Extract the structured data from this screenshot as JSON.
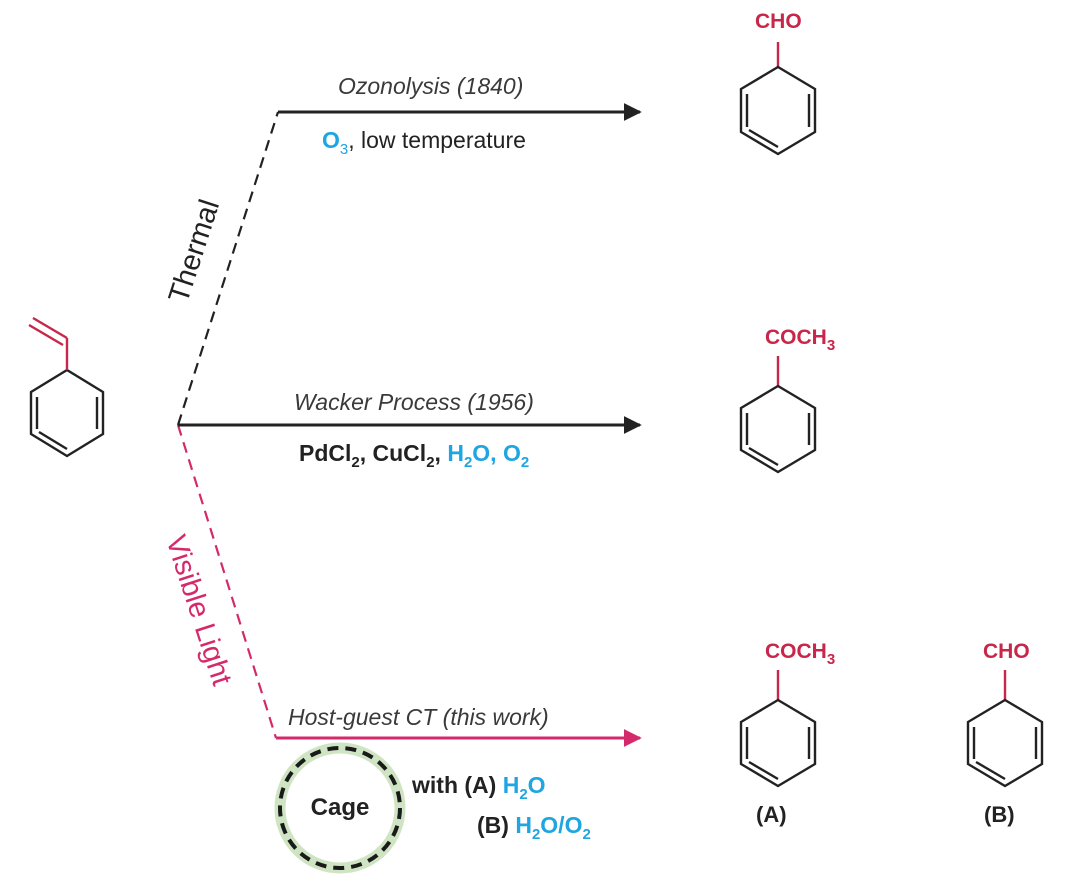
{
  "colors": {
    "black": "#222222",
    "magenta": "#d42a6b",
    "reagent_blue": "#1fa5e0",
    "product_red": "#c8264a",
    "cage_fill": "#cfe4c2"
  },
  "branches": {
    "thermal": "Thermal",
    "visible_light": "Visible Light"
  },
  "reactions": {
    "ozonolysis": {
      "name": "Ozonolysis (1840)",
      "reagent": "O",
      "reagent_sub": "3",
      "conditions": ", low temperature",
      "product_group": "CHO"
    },
    "wacker": {
      "name": "Wacker Process (1956)",
      "pd": "PdCl",
      "pd_sub": "2",
      "cu": ", CuCl",
      "cu_sub": "2",
      "sep": ",",
      "h2o_h": "H",
      "h2o_sub": "2",
      "h2o_o": "O, O",
      "o2_sub": "2",
      "product_group": "COCH",
      "product_group_sub": "3"
    },
    "host_guest": {
      "name": "Host-guest CT (this work)",
      "cage": "Cage",
      "with_a": "with (A)",
      "a_h": "H",
      "a_sub": "2",
      "a_o": "O",
      "b_label": "(B)",
      "b_h": "H",
      "b_sub": "2",
      "b_o": "O/O",
      "b_sub2": "2",
      "product_a_group": "COCH",
      "product_a_sub": "3",
      "product_a_label": "(A)",
      "product_b_group": "CHO",
      "product_b_label": "(B)"
    }
  }
}
